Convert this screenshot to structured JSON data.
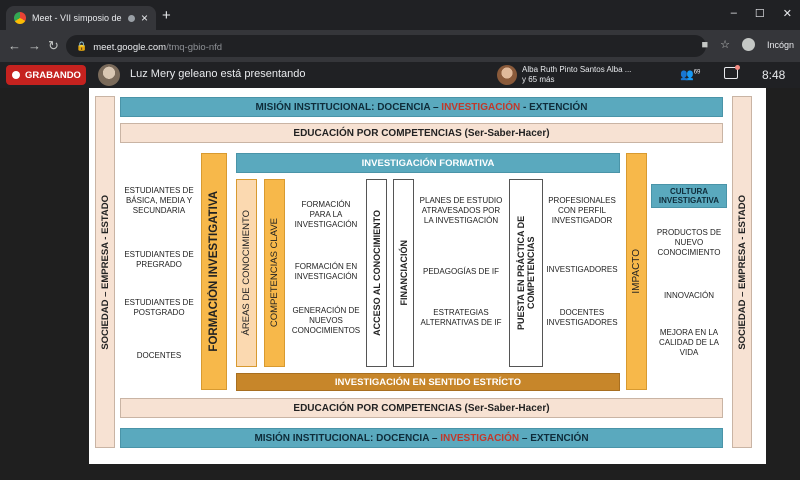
{
  "browser": {
    "tab_title": "Meet - VII simposio de inve",
    "tab_close": "×",
    "new_tab": "+",
    "url_host": "meet.google.com",
    "url_path": "/tmq-gbio-nfd",
    "incognito_label": "Incógn"
  },
  "meet": {
    "recording_label": "GRABANDO",
    "presenting_text": "Luz Mery geleano está presentando",
    "participant_line1": "Alba Ruth Pinto Santos Alba ...",
    "participant_line2": "y 65 más",
    "people_count": "69",
    "clock": "8:48",
    "colors": {
      "recording": "#c5221f"
    }
  },
  "slide": {
    "mission_top": {
      "prefix": "MISIÓN INSTITUCIONAL: DOCENCIA – ",
      "highlight": "INVESTIGACIÓN",
      "suffix": " - EXTENCIÓN"
    },
    "mission_bottom": {
      "prefix": "MISIÓN INSTITUCIONAL: DOCENCIA – ",
      "highlight": "INVESTIGACIÓN",
      "suffix": " – EXTENCIÓN"
    },
    "competencies_top": "EDUCACIÓN POR COMPETENCIAS (Ser-Saber-Hacer)",
    "competencies_bottom": "EDUCACIÓN POR COMPETENCIAS (Ser-Saber-Hacer)",
    "side_left": "SOCIEDAD – EMPRESA - ESTADO",
    "side_right": "SOCIEDAD – EMPRESA - ESTADO",
    "students": [
      "ESTUDIANTES DE BÁSICA, MEDIA Y SECUNDARIA",
      "ESTUDIANTES DE PREGRADO",
      "ESTUDIANTES DE POSTGRADO",
      "DOCENTES"
    ],
    "formacion_investigativa": "FORMACIÓN INVESTIGATIVA",
    "investigacion_formativa": "INVESTIGACIÓN FORMATIVA",
    "investigacion_estricto": "INVESTIGACIÓN EN SENTIDO ESTRÍCTO",
    "areas_conocimiento": "ÁREAS DE CONOCIMIENTO",
    "competencias_clave": "COMPETENCIAS CLAVE",
    "formacion_col": [
      "FORMACIÓN PARA LA INVESTIGACIÓN",
      "FORMACIÓN EN INVESTIGACIÓN",
      "GENERACIÓN DE NUEVOS CONOCIMIENTOS"
    ],
    "acceso_conocimiento": "ACCESO AL CONOCIMIENTO",
    "financiacion": "FINANCIACIÓN",
    "planes_col": [
      "PLANES DE ESTUDIO ATRAVESADOS POR LA INVESTIGACIÓN",
      "PEDAGOGÍAS DE IF",
      "ESTRATEGIAS ALTERNATIVAS DE IF"
    ],
    "puesta_practica": "PUESTA EN PRÁCTICA DE COMPETENCIAS",
    "profesionales_col": [
      "PROFESIONALES CON PERFIL INVESTIGADOR",
      "INVESTIGADORES",
      "DOCENTES INVESTIGADORES"
    ],
    "impacto": "IMPACTO",
    "cultura_investigativa": "CULTURA INVESTIGATIVA",
    "impact_col": [
      "PRODUCTOS DE NUEVO CONOCIMIENTO",
      "INNOVACIÓN",
      "MEJORA EN LA CALIDAD DE LA VIDA"
    ]
  }
}
